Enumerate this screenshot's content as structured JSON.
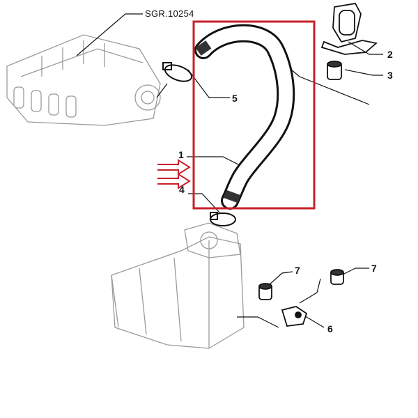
{
  "diagram": {
    "reference_label": "SGR.10254",
    "callouts": [
      "1",
      "2",
      "3",
      "4",
      "5",
      "6",
      "7",
      "7"
    ],
    "highlight_color": "#c8202a",
    "line_color": "#111111",
    "ghost_color": "#9a9a9a"
  }
}
